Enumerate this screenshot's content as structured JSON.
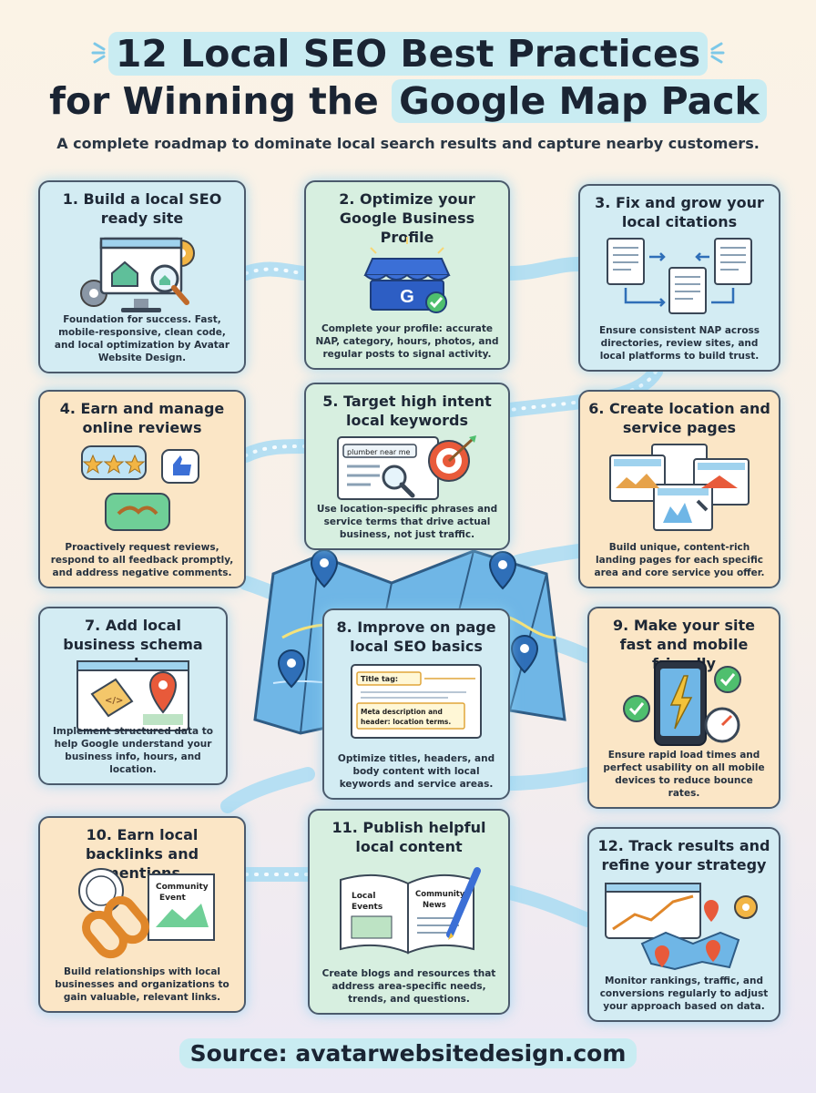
{
  "header": {
    "title_line1": "12 Local SEO Best Practices",
    "title_line2_pre": "for Winning the",
    "title_line2_hl": "Google Map Pack",
    "subtitle": "A complete roadmap to dominate local search results and capture nearby customers."
  },
  "steps": [
    {
      "title": "1. Build a local SEO ready site",
      "desc": "Foundation for success. Fast, mobile-responsive, clean code, and local optimization by Avatar Website Design.",
      "icon": "monitor-house-icon"
    },
    {
      "title": "2. Optimize your Google Business Profile",
      "desc": "Complete your profile: accurate NAP, category, hours, photos, and regular posts to signal activity.",
      "icon": "storefront-icon"
    },
    {
      "title": "3. Fix and grow your local citations",
      "desc": "Ensure consistent NAP across directories, review sites, and local platforms to build trust.",
      "icon": "citations-icon"
    },
    {
      "title": "4. Earn and manage online reviews",
      "desc": "Proactively request reviews, respond to all feedback promptly, and address negative comments.",
      "icon": "reviews-icon"
    },
    {
      "title": "5. Target high intent local keywords",
      "desc": "Use location-specific phrases and service terms that drive actual business, not just traffic.",
      "icon": "keyword-target-icon",
      "search_text": "plumber near me"
    },
    {
      "title": "6. Create location and service pages",
      "desc": "Build unique, content-rich landing pages for each specific area and core service you offer.",
      "icon": "pages-icon"
    },
    {
      "title": "7. Add local business schema markup",
      "desc": "Implement structured data to help Google understand your business info, hours, and location.",
      "icon": "schema-icon"
    },
    {
      "title": "8. Improve on page local SEO basics",
      "desc": "Optimize titles, headers, and body content with local keywords and service areas.",
      "icon": "onpage-icon",
      "label_title_tag": "Title tag:",
      "label_meta": "Meta description and header: location terms."
    },
    {
      "title": "9. Make your site fast and mobile friendly",
      "desc": "Ensure rapid load times and perfect usability on all mobile devices to reduce bounce rates.",
      "icon": "phone-speed-icon"
    },
    {
      "title": "10. Earn local backlinks and mentions",
      "desc": "Build relationships with local businesses and organizations to gain valuable, relevant links.",
      "icon": "link-icon",
      "label_event": "Community Event"
    },
    {
      "title": "11. Publish helpful local content",
      "desc": "Create blogs and resources that address area-specific needs, trends, and questions.",
      "icon": "book-icon",
      "label_local": "Local Events",
      "label_news": "Community News"
    },
    {
      "title": "12. Track results and refine your strategy",
      "desc": "Monitor rankings, traffic, and conversions regularly to adjust your approach based on data.",
      "icon": "analytics-icon"
    }
  ],
  "footer": {
    "source": "Source: avatarwebsitedesign.com"
  },
  "colors": {
    "blue_card": "#d3ecf3",
    "green_card": "#d7efe0",
    "orange_card": "#fbe6c6",
    "accent": "#c9ecf2",
    "flow": "#a9dcf2"
  }
}
